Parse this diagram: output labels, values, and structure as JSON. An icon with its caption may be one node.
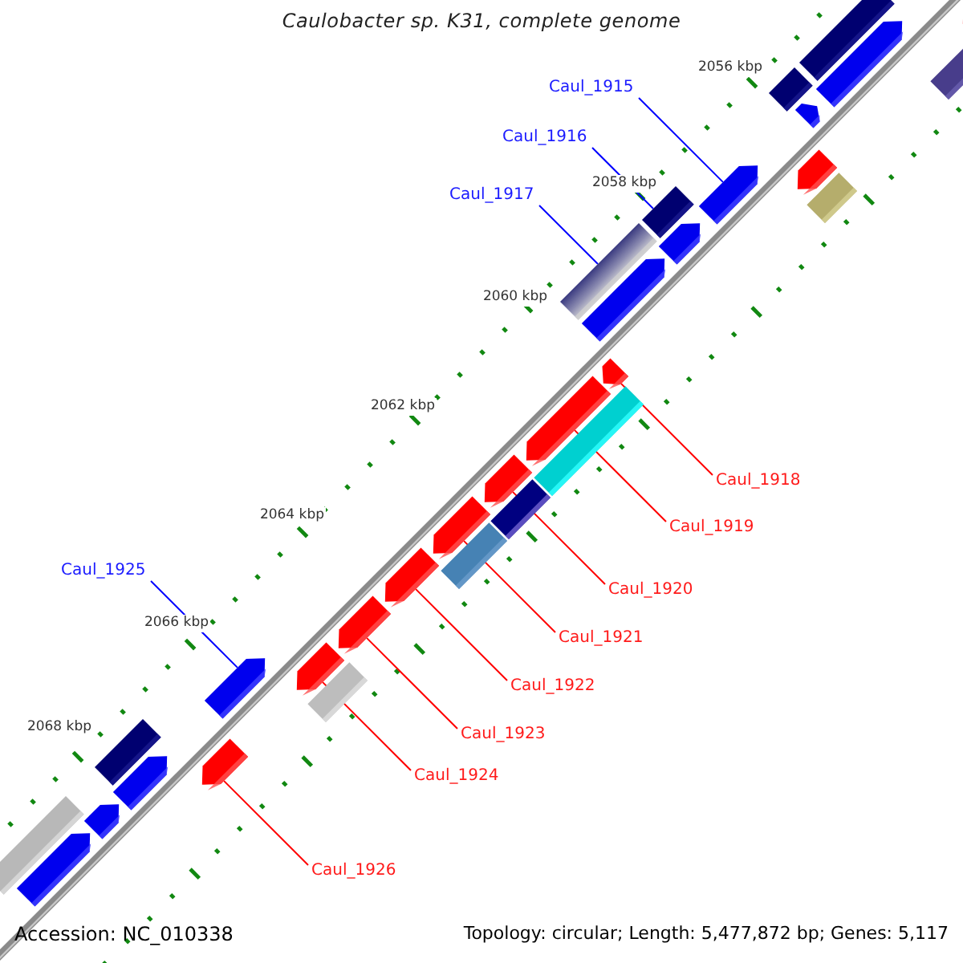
{
  "diagram": {
    "title": "Caulobacter sp. K31, complete genome",
    "nodes": [
      {
        "text": [
          "Caul_1915"
        ]
      },
      {
        "text": [
          "Caul_1916"
        ]
      },
      {
        "text": [
          "Caul_1917"
        ]
      },
      {
        "text": [
          "Caul_1918"
        ]
      },
      {
        "text": [
          "Caul_1919"
        ]
      },
      {
        "text": [
          "Caul_1925"
        ]
      },
      {
        "text": [
          "Caul_1920"
        ]
      },
      {
        "text": [
          "Caul_1921"
        ]
      },
      {
        "text": [
          "Caul_1922"
        ]
      },
      {
        "text": [
          "Caul_1923"
        ]
      },
      {
        "text": [
          "Caul_1924"
        ]
      },
      {
        "text": [
          "Caul_1926"
        ]
      },
      {
        "text": [],
        "shape": "bar"
      },
      {
        "text": [],
        "shape": "arrow"
      },
      {
        "text": [],
        "shape": "bar"
      },
      {
        "text": [],
        "shape": "arrow"
      },
      {
        "text": [],
        "shape": "bar"
      },
      {
        "text": [],
        "shape": "arrow"
      },
      {
        "text": [],
        "shape": "arrow"
      },
      {
        "text": [],
        "shape": "bar"
      },
      {
        "text": [],
        "shape": "arrow"
      },
      {
        "text": [],
        "shape": "bar"
      },
      {
        "text": [],
        "shape": "arrow"
      },
      {
        "text": [],
        "shape": "bar"
      },
      {
        "text": [],
        "shape": "arrow"
      },
      {
        "text": [],
        "shape": "arrow"
      },
      {
        "text": [],
        "shape": "bar"
      },
      {
        "text": [],
        "shape": "arrow"
      },
      {
        "text": [],
        "shape": "arrow"
      },
      {
        "text": [],
        "shape": "bar"
      },
      {
        "text": [],
        "shape": "arrow"
      },
      {
        "text": [],
        "shape": "bar"
      },
      {
        "text": [],
        "shape": "arrow"
      },
      {
        "text": [],
        "shape": "arrow"
      },
      {
        "text": [],
        "shape": "arrow"
      },
      {
        "text": [],
        "shape": "bar"
      },
      {
        "text": [],
        "shape": "arrow"
      },
      {
        "text": [],
        "shape": "arrow"
      },
      {
        "text": [],
        "shape": "bar"
      },
      {
        "text": [],
        "shape": "arrow"
      },
      {
        "text": [],
        "shape": "arrow"
      },
      {
        "text": [],
        "shape": "bar"
      },
      {
        "text": [],
        "shape": "arrow"
      }
    ],
    "edges": [
      {
        "from": 0,
        "to": 20,
        "arrow": "none",
        "color": "#0000ff"
      },
      {
        "from": 1,
        "to": 21,
        "arrow": "none",
        "color": "#0000ff"
      },
      {
        "from": 2,
        "to": 23,
        "arrow": "none",
        "color": "#0000ff"
      },
      {
        "from": 3,
        "to": 25,
        "arrow": "none"
      },
      {
        "from": 4,
        "to": 27,
        "arrow": "none"
      },
      {
        "from": 5,
        "to": 36,
        "arrow": "none",
        "color": "#0000ff"
      },
      {
        "from": 6,
        "to": 28,
        "arrow": "none"
      },
      {
        "from": 7,
        "to": 30,
        "arrow": "none"
      },
      {
        "from": 8,
        "to": 32,
        "arrow": "none"
      },
      {
        "from": 9,
        "to": 33,
        "arrow": "none"
      },
      {
        "from": 10,
        "to": 34,
        "arrow": "none"
      },
      {
        "from": 11,
        "to": 37,
        "arrow": "none"
      }
    ],
    "labels": [
      "2056 kbp",
      "2058 kbp",
      "2060 kbp",
      "2062 kbp",
      "2064 kbp",
      "2066 kbp",
      "2068 kbp",
      "Accession: NC_010338",
      "Topology: circular; Length: 5,477,872 bp; Genes: 5,117"
    ]
  }
}
